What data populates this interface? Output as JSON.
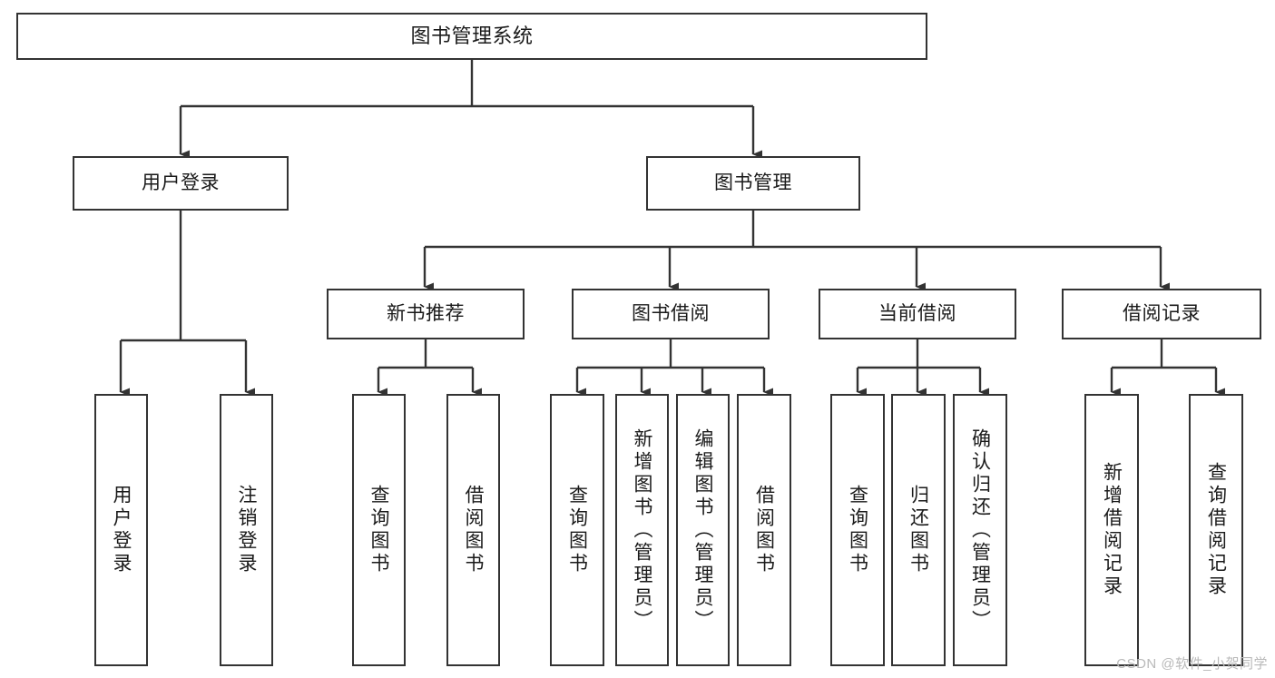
{
  "diagram": {
    "title": "图书管理系统",
    "type": "tree-hierarchy",
    "orientation": "top-down",
    "watermark": "CSDN @软件_小贺同学",
    "colors": {
      "node_border": "#333333",
      "node_fill": "#ffffff",
      "edge": "#333333",
      "text": "#1a1a1a",
      "background": "#ffffff",
      "watermark": "#b9b9b9"
    }
  },
  "nodes": {
    "root": {
      "label": "图书管理系统"
    },
    "level2": [
      {
        "label": "用户登录"
      },
      {
        "label": "图书管理"
      }
    ],
    "level3": [
      {
        "label": "新书推荐"
      },
      {
        "label": "图书借阅"
      },
      {
        "label": "当前借阅"
      },
      {
        "label": "借阅记录"
      }
    ],
    "leaves": {
      "user_login": [
        {
          "label": "用户登录"
        },
        {
          "label": "注销登录"
        }
      ],
      "new_book_recommend": [
        {
          "label": "查询图书"
        },
        {
          "label": "借阅图书"
        }
      ],
      "book_borrow": [
        {
          "label": "查询图书"
        },
        {
          "label": "新增图书（管理员）"
        },
        {
          "label": "编辑图书（管理员）"
        },
        {
          "label": "借阅图书"
        }
      ],
      "current_borrow": [
        {
          "label": "查询图书"
        },
        {
          "label": "归还图书"
        },
        {
          "label": "确认归还（管理员）"
        }
      ],
      "borrow_record": [
        {
          "label": "新增借阅记录"
        },
        {
          "label": "查询借阅记录"
        }
      ]
    }
  }
}
